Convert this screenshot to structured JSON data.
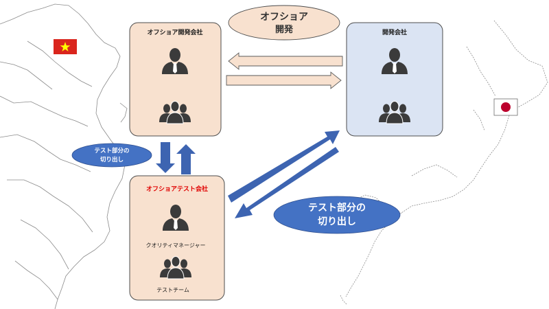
{
  "offshore_dev_company": {
    "title": "オフショア開発会社"
  },
  "dev_company": {
    "title": "開発会社"
  },
  "offshore_test_company": {
    "title": "オフショアテスト会社",
    "manager_label": "クオリティマネージャー",
    "team_label": "テストチーム"
  },
  "offshore_dev_bubble": {
    "line1": "オフショア",
    "line2": "開発"
  },
  "test_split_small": {
    "line1": "テスト部分の",
    "line2": "切り出し"
  },
  "test_split_large": {
    "line1": "テスト部分の",
    "line2": "切り出し"
  },
  "colors": {
    "dev_box_fill": "#f8e1cf",
    "jp_box_fill": "#dbe4f3",
    "box_stroke": "#4d4d4d",
    "arrow_blue": "#3d64b1",
    "bubble_blue": "#4472c4",
    "bubble_peach": "#f8e1cf",
    "red_title": "#e00000",
    "vietnam_flag_red": "#da251d",
    "vietnam_flag_star": "#ffff00",
    "japan_flag_red": "#bc002d",
    "map_line": "#8a8a8a"
  }
}
